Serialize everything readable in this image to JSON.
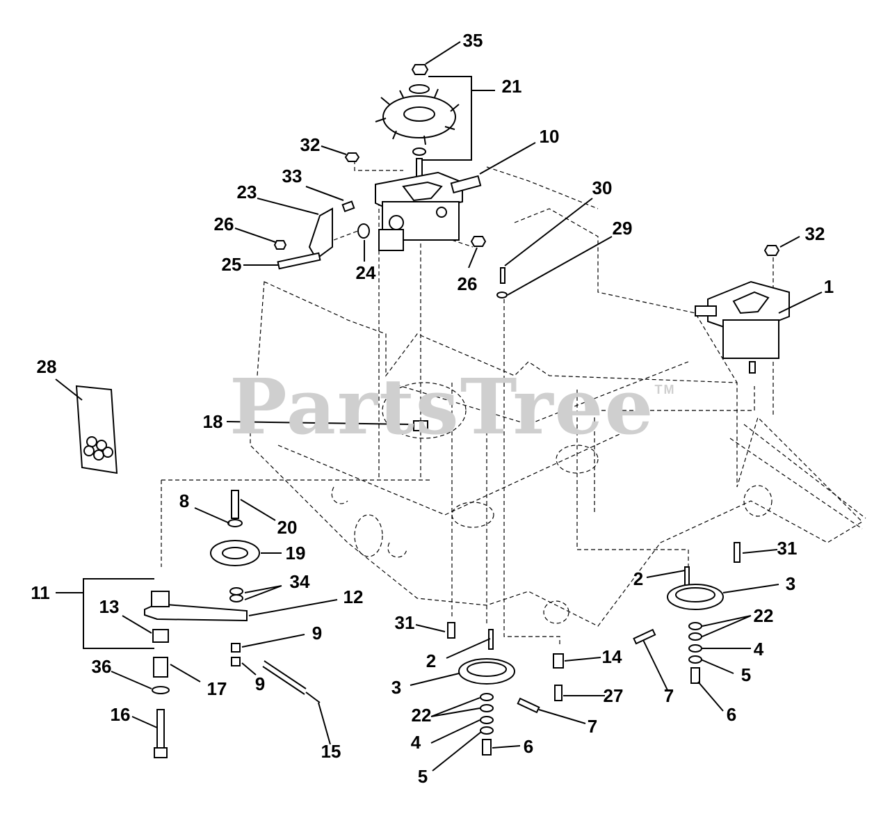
{
  "watermark": {
    "text": "PartsTree",
    "tm": "TM"
  },
  "callouts": [
    "35",
    "21",
    "10",
    "32",
    "33",
    "23",
    "26",
    "25",
    "24",
    "26",
    "30",
    "29",
    "32",
    "1",
    "28",
    "18",
    "8",
    "20",
    "19",
    "11",
    "34",
    "12",
    "13",
    "9",
    "9",
    "36",
    "17",
    "16",
    "15",
    "31",
    "2",
    "3",
    "22",
    "4",
    "5",
    "6",
    "7",
    "14",
    "27",
    "2",
    "3",
    "22",
    "4",
    "5",
    "6",
    "7",
    "31"
  ]
}
